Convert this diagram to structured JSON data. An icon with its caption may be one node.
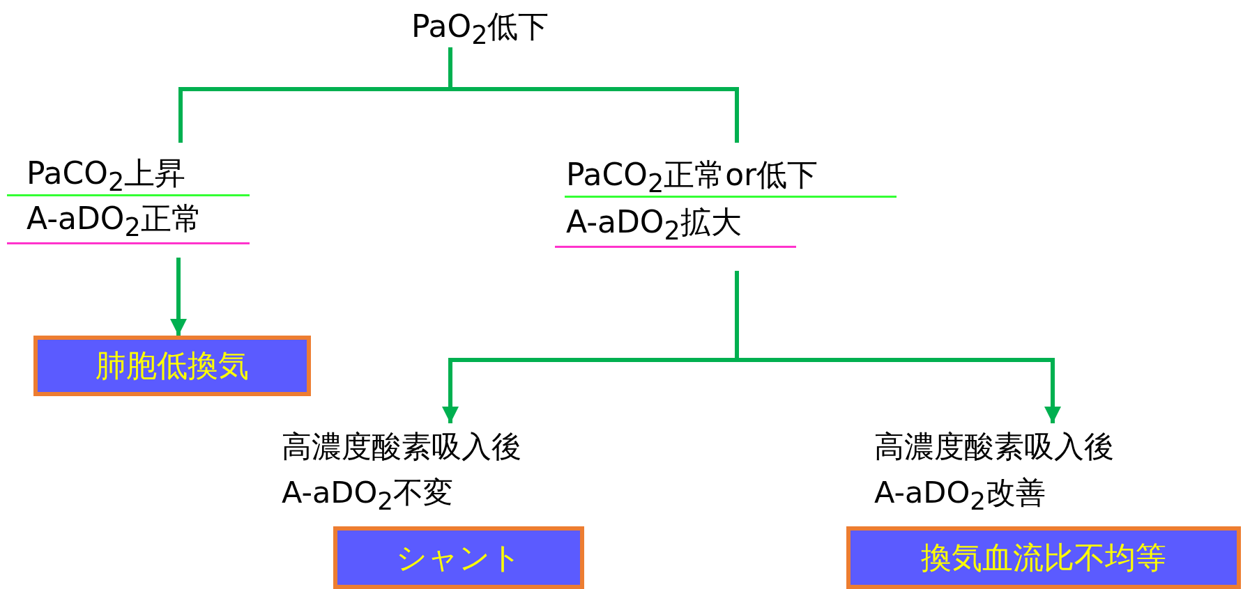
{
  "diagram": {
    "nodes": [
      {
        "text": [
          "PaO$_{2}$低下"
        ]
      },
      {
        "text": [
          "PaCO$_{2}$上昇",
          "A-aDO$_{2}$正常"
        ]
      },
      {
        "text": [
          "PaCO$_{2}$正常or低下",
          "A-aDO$_{2}$拡大"
        ]
      },
      {
        "text": [
          "肺胞低換気"
        ]
      },
      {
        "text": [
          "高濃度酸素吸入後 A-aDO$_{2}$不変"
        ]
      },
      {
        "text": [
          "シャント"
        ]
      },
      {
        "text": [
          "高濃度酸素吸入後 A-aDO$_{2}$改善"
        ]
      },
      {
        "text": [
          "換気血流比不均等"
        ]
      }
    ],
    "edges": [
      {
        "from": 0,
        "to": 1,
        "arrow": "none"
      },
      {
        "from": 0,
        "to": 2,
        "arrow": "none"
      },
      {
        "from": 1,
        "to": 3,
        "arrow": "to"
      },
      {
        "from": 2,
        "to": 4,
        "arrow": "to"
      },
      {
        "from": 2,
        "to": 6,
        "arrow": "to"
      }
    ]
  }
}
